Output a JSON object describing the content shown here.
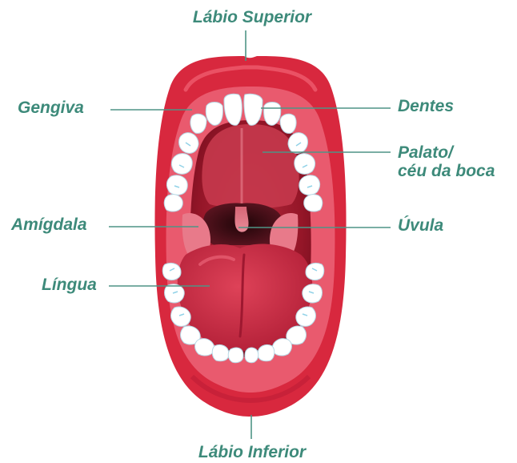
{
  "colors": {
    "label": "#3d8a7a",
    "leader": "#4f9485",
    "lip": "#d8283e",
    "lip_dark": "#b81a33",
    "gum": "#e85a6e",
    "mouth_cavity": "#9b1a2d",
    "palate": "#c93a50",
    "throat": "#3a0d14",
    "tongue": "#cc2e48",
    "tooth": "#ffffff",
    "tooth_shadow": "#4ab5d8"
  },
  "labels": {
    "upper_lip": "Lábio Superior",
    "lower_lip": "Lábio Inferior",
    "gum": "Gengiva",
    "tonsil": "Amígdala",
    "tongue": "Língua",
    "teeth": "Dentes",
    "palate_line1": "Palato/",
    "palate_line2": "céu da boca",
    "uvula": "Úvula"
  },
  "icons": {
    "mouth": "open-mouth-illustration"
  }
}
